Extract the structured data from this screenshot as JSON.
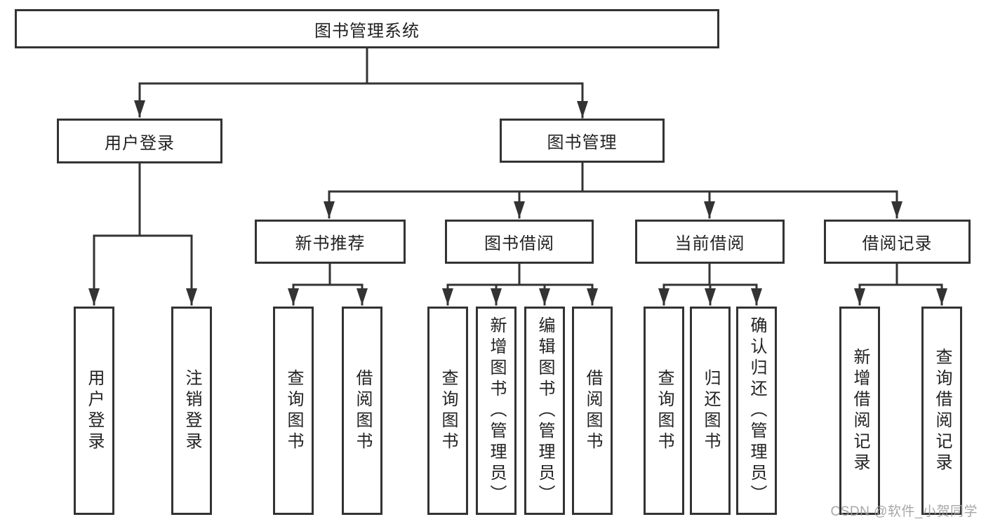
{
  "diagram": {
    "root": {
      "label": "图书管理系统",
      "children": [
        {
          "label": "用户登录",
          "children": [
            {
              "label": "用户登录"
            },
            {
              "label": "注销登录"
            }
          ]
        },
        {
          "label": "图书管理",
          "children": [
            {
              "label": "新书推荐",
              "children": [
                {
                  "label": "查询图书"
                },
                {
                  "label": "借阅图书"
                }
              ]
            },
            {
              "label": "图书借阅",
              "children": [
                {
                  "label": "查询图书"
                },
                {
                  "label": "新增图书（管理员）"
                },
                {
                  "label": "编辑图书（管理员）"
                },
                {
                  "label": "借阅图书"
                }
              ]
            },
            {
              "label": "当前借阅",
              "children": [
                {
                  "label": "查询图书"
                },
                {
                  "label": "归还图书"
                },
                {
                  "label": "确认归还（管理员）"
                }
              ]
            },
            {
              "label": "借阅记录",
              "children": [
                {
                  "label": "新增借阅记录"
                },
                {
                  "label": "查询借阅记录"
                }
              ]
            }
          ]
        }
      ]
    }
  },
  "watermark": {
    "text": "CSDN @软件_小贺同学"
  },
  "colors": {
    "line": "#333333",
    "text": "#222222",
    "watermark": "#9e9e9e",
    "background": "#ffffff"
  }
}
